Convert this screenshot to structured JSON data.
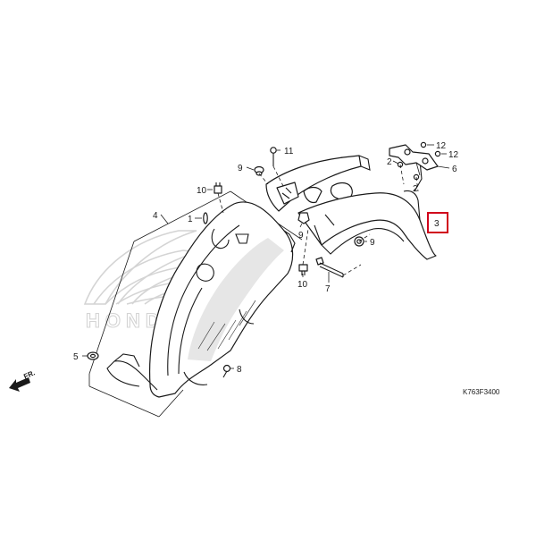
{
  "diagram": {
    "callouts": [
      {
        "id": "c1",
        "label": "1"
      },
      {
        "id": "c2a",
        "label": "2"
      },
      {
        "id": "c2b",
        "label": "2"
      },
      {
        "id": "c3",
        "label": "3"
      },
      {
        "id": "c4",
        "label": "4"
      },
      {
        "id": "c5",
        "label": "5"
      },
      {
        "id": "c6",
        "label": "6"
      },
      {
        "id": "c7",
        "label": "7"
      },
      {
        "id": "c8",
        "label": "8"
      },
      {
        "id": "c9a",
        "label": "9"
      },
      {
        "id": "c9b",
        "label": "9"
      },
      {
        "id": "c9c",
        "label": "9"
      },
      {
        "id": "c10a",
        "label": "10"
      },
      {
        "id": "c10b",
        "label": "10"
      },
      {
        "id": "c11",
        "label": "11"
      },
      {
        "id": "c12a",
        "label": "12"
      },
      {
        "id": "c12b",
        "label": "12"
      }
    ],
    "highlight_color": "#d0021b",
    "direction_label": "FR.",
    "code": "K763F3400",
    "watermark_text": "HONDA"
  }
}
